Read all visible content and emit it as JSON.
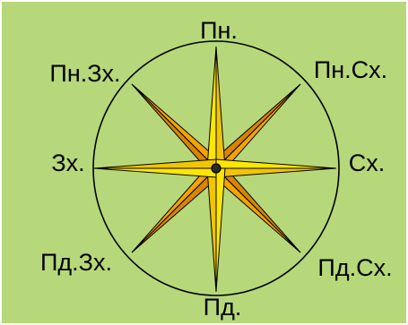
{
  "compass": {
    "colors": {
      "background": "#b7d87a",
      "ring": "#000000",
      "primary_fill": "#ffe600",
      "primary_shadow": "#f1c500",
      "diagonal_fill": "#f5a300",
      "diagonal_shadow": "#d98500",
      "center": "#2f2b1d",
      "text": "#000000"
    },
    "labels": {
      "north": "Пн.",
      "north_east": "Пн.Сх.",
      "east": "Сх.",
      "south_east": "Пд.Сх.",
      "south": "Пд.",
      "south_west": "Пд.Зх.",
      "west": "Зх.",
      "north_west": "Пн.Зх."
    }
  }
}
